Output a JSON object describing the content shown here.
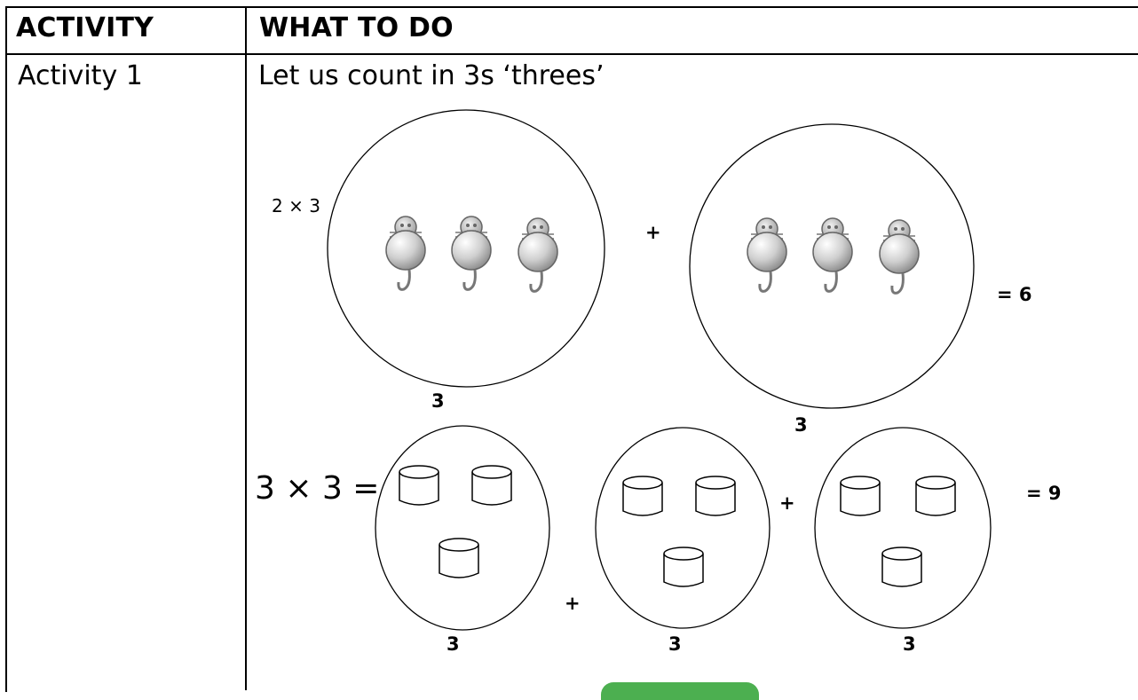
{
  "table": {
    "headers": [
      "ACTIVITY",
      "WHAT TO DO"
    ],
    "row1": {
      "activity": "Activity 1",
      "instruction": "Let us count in 3s ‘threes’"
    }
  },
  "example1": {
    "expression": "2 × 3",
    "plus": "+",
    "group_labels": [
      "3",
      "3"
    ],
    "result": "= 6",
    "icon": "cat-icon"
  },
  "example2": {
    "expression": "3 × 3 =",
    "plus_signs": [
      "+",
      "+"
    ],
    "group_labels": [
      "3",
      "3",
      "3"
    ],
    "result": "= 9",
    "icon": "cylinder-icon"
  },
  "colors": {
    "border": "#000000",
    "tab": "#4caf50"
  }
}
